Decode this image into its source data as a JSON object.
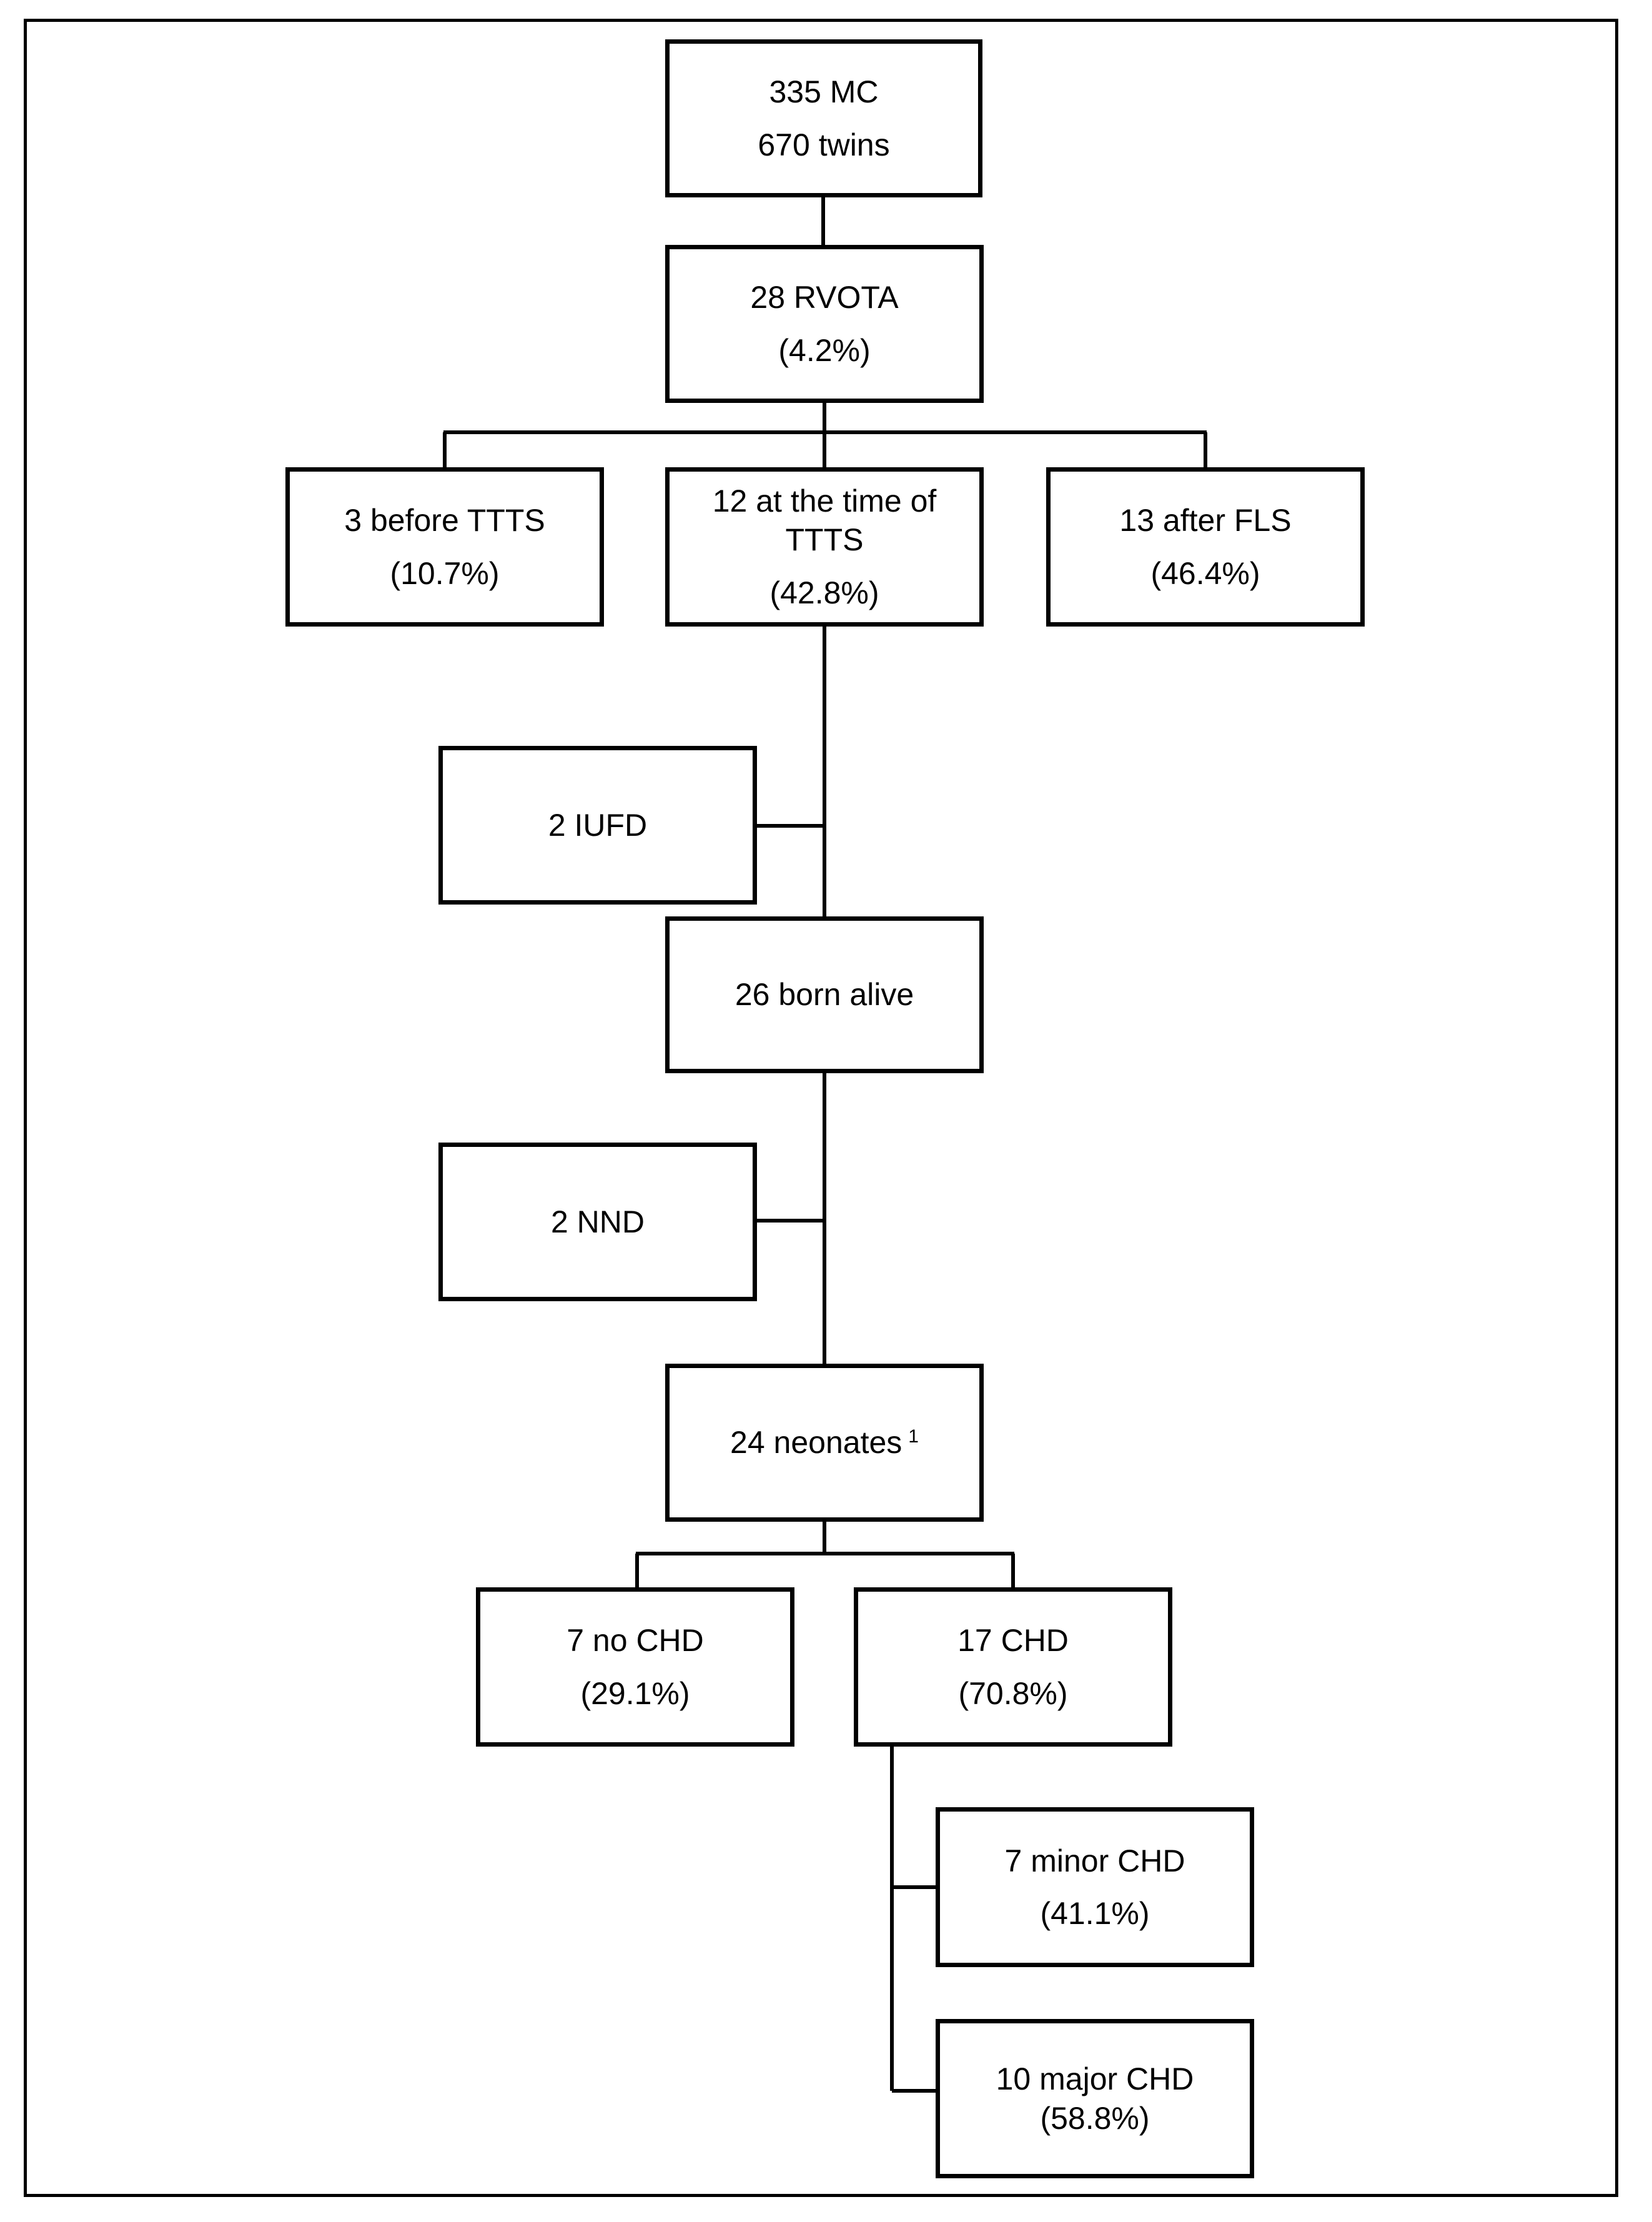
{
  "nodes": {
    "total": {
      "line1": "335 MC",
      "line2": "670 twins"
    },
    "rvota": {
      "line1": "28 RVOTA",
      "line2": "(4.2%)"
    },
    "before_ttts": {
      "line1": "3 before TTTS",
      "line2": "(10.7%)"
    },
    "at_ttts": {
      "line1": "12 at the time of",
      "line2": "TTTS",
      "line3": "(42.8%)"
    },
    "after_fls": {
      "line1": "13 after FLS",
      "line2": "(46.4%)"
    },
    "iufd": {
      "line1": "2 IUFD"
    },
    "born_alive": {
      "line1": "26 born alive"
    },
    "nnd": {
      "line1": "2 NND"
    },
    "neonates": {
      "line1": "24 neonates",
      "footnote": "1"
    },
    "no_chd": {
      "line1": "7 no CHD",
      "line2": "(29.1%)"
    },
    "chd": {
      "line1": "17 CHD",
      "line2": "(70.8%)"
    },
    "minor_chd": {
      "line1": "7 minor CHD",
      "line2": "(41.1%)"
    },
    "major_chd": {
      "line1": "10 major CHD",
      "line2": "(58.8%)"
    }
  }
}
